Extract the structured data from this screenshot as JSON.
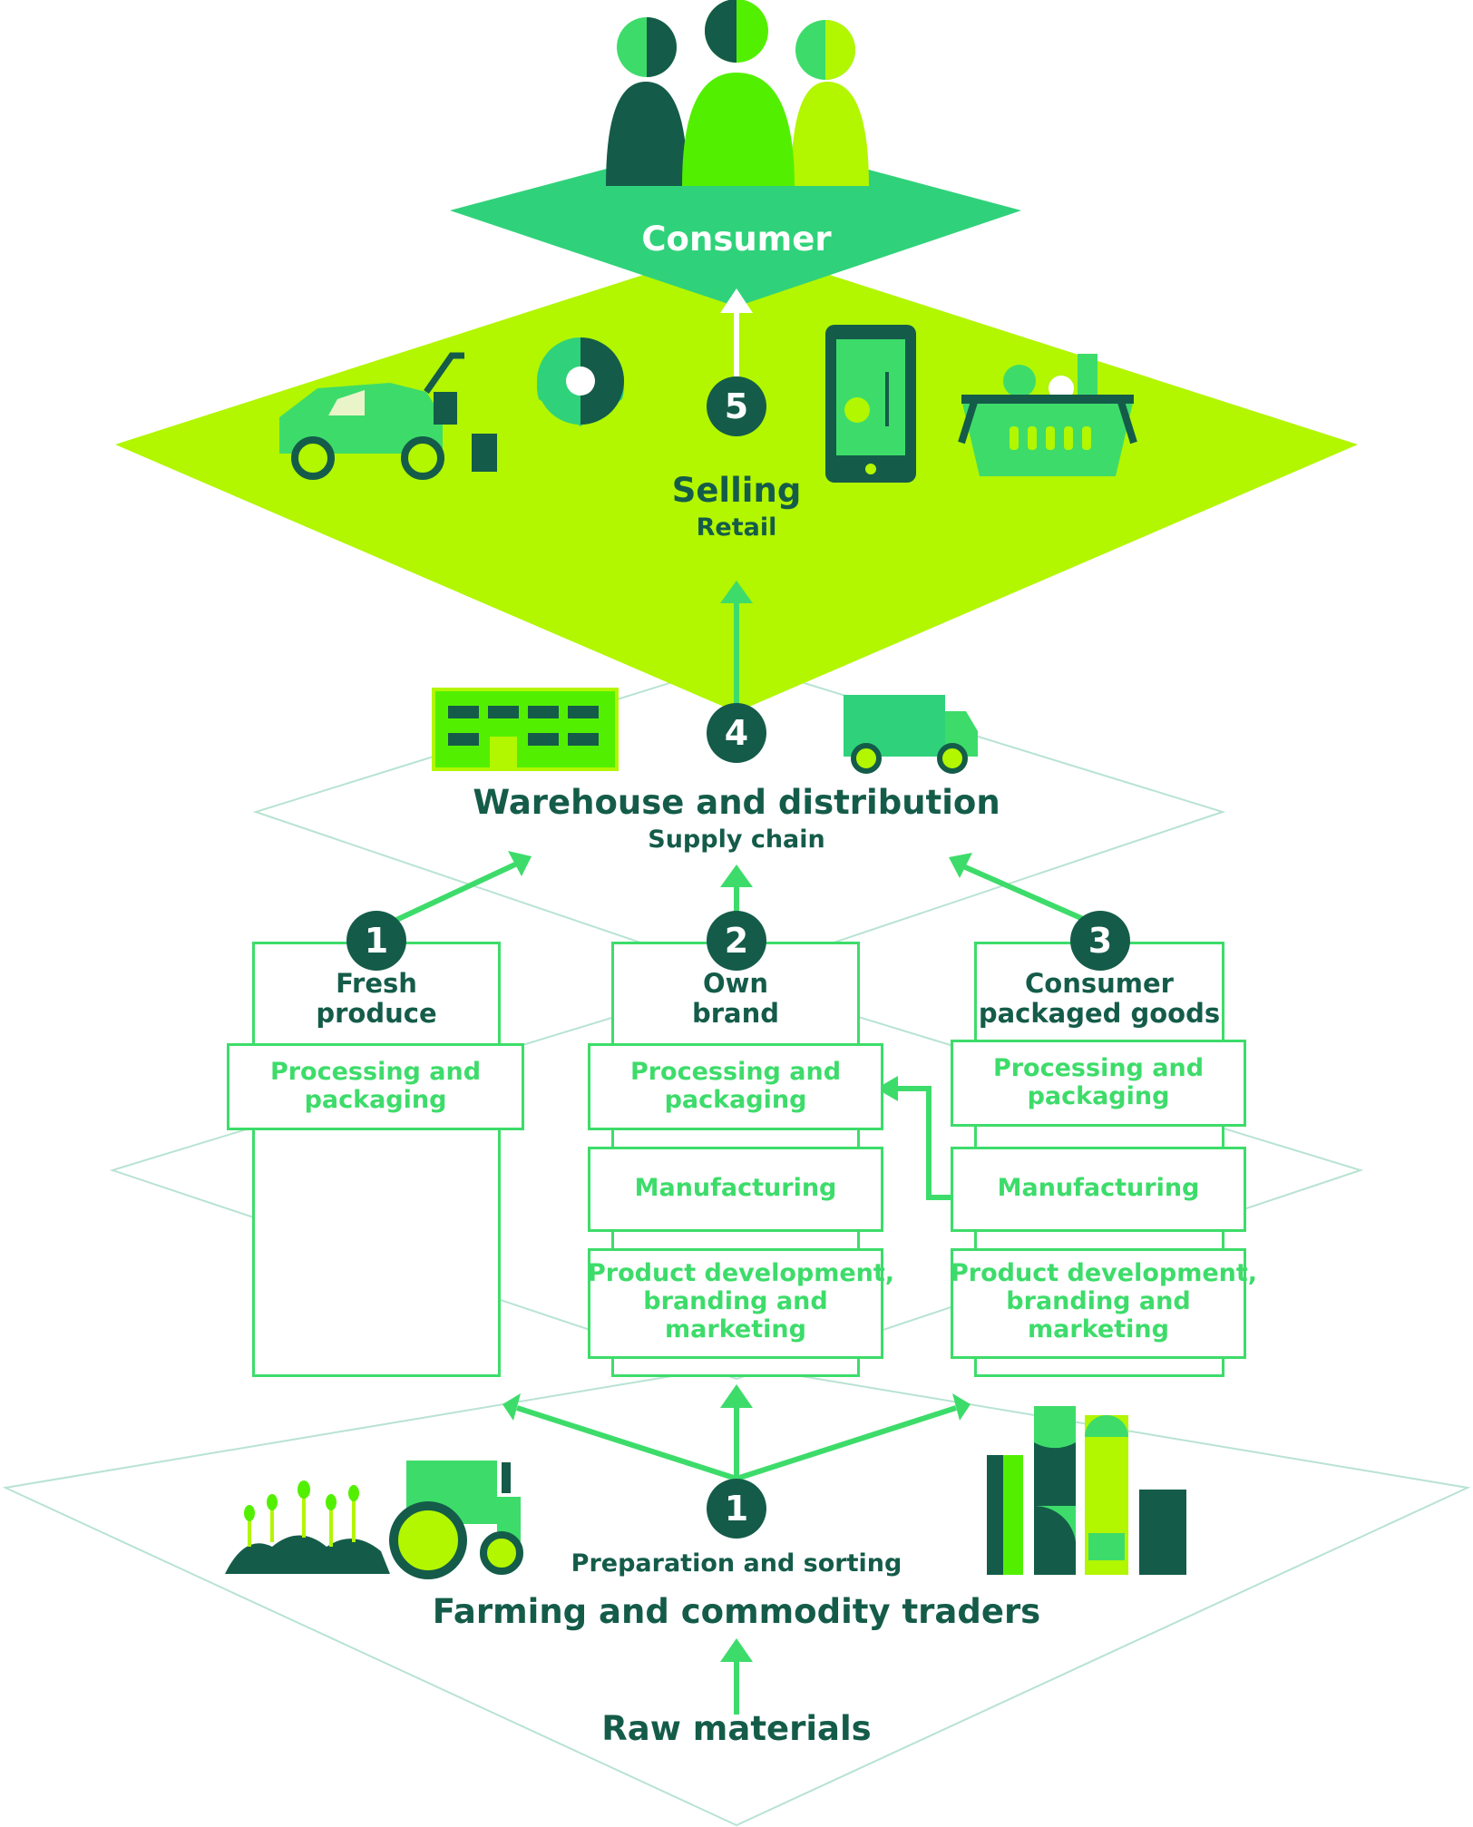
{
  "consumer": {
    "label": "Consumer"
  },
  "selling": {
    "step": "5",
    "title": "Selling",
    "subtitle": "Retail"
  },
  "warehouse": {
    "step": "4",
    "title": "Warehouse and distribution",
    "subtitle": "Supply chain"
  },
  "columns": [
    {
      "step": "1",
      "title_line1": "Fresh",
      "title_line2": "produce",
      "stages": [
        "Processing and packaging"
      ]
    },
    {
      "step": "2",
      "title_line1": "Own",
      "title_line2": "brand",
      "stages": [
        "Processing and packaging",
        "Manufacturing",
        "Product development, branding and marketing"
      ]
    },
    {
      "step": "3",
      "title_line1": "Consumer",
      "title_line2": "packaged goods",
      "stages": [
        "Processing and packaging",
        "Manufacturing",
        "Product development, branding and marketing"
      ]
    }
  ],
  "stage_text": {
    "processing_l1": "Processing and",
    "processing_l2": "packaging",
    "manufacturing": "Manufacturing",
    "product_l1": "Product development,",
    "product_l2": "branding and",
    "product_l3": "marketing"
  },
  "farming": {
    "step": "1",
    "prep": "Preparation and sorting",
    "title": "Farming and commodity traders"
  },
  "raw": {
    "label": "Raw materials"
  },
  "icons": [
    "people-icon",
    "car-boot-icon",
    "location-pin-icon",
    "smartphone-icon",
    "shopping-basket-icon",
    "warehouse-icon",
    "delivery-truck-icon",
    "crops-icon",
    "tractor-icon",
    "silos-icon"
  ],
  "colors": {
    "dark_green": "#145c49",
    "mid_green": "#3ddc6a",
    "bright_green": "#52f000",
    "lime": "#b2f600",
    "pale_green": "#b8e3d2",
    "teal": "#2fd27a"
  }
}
